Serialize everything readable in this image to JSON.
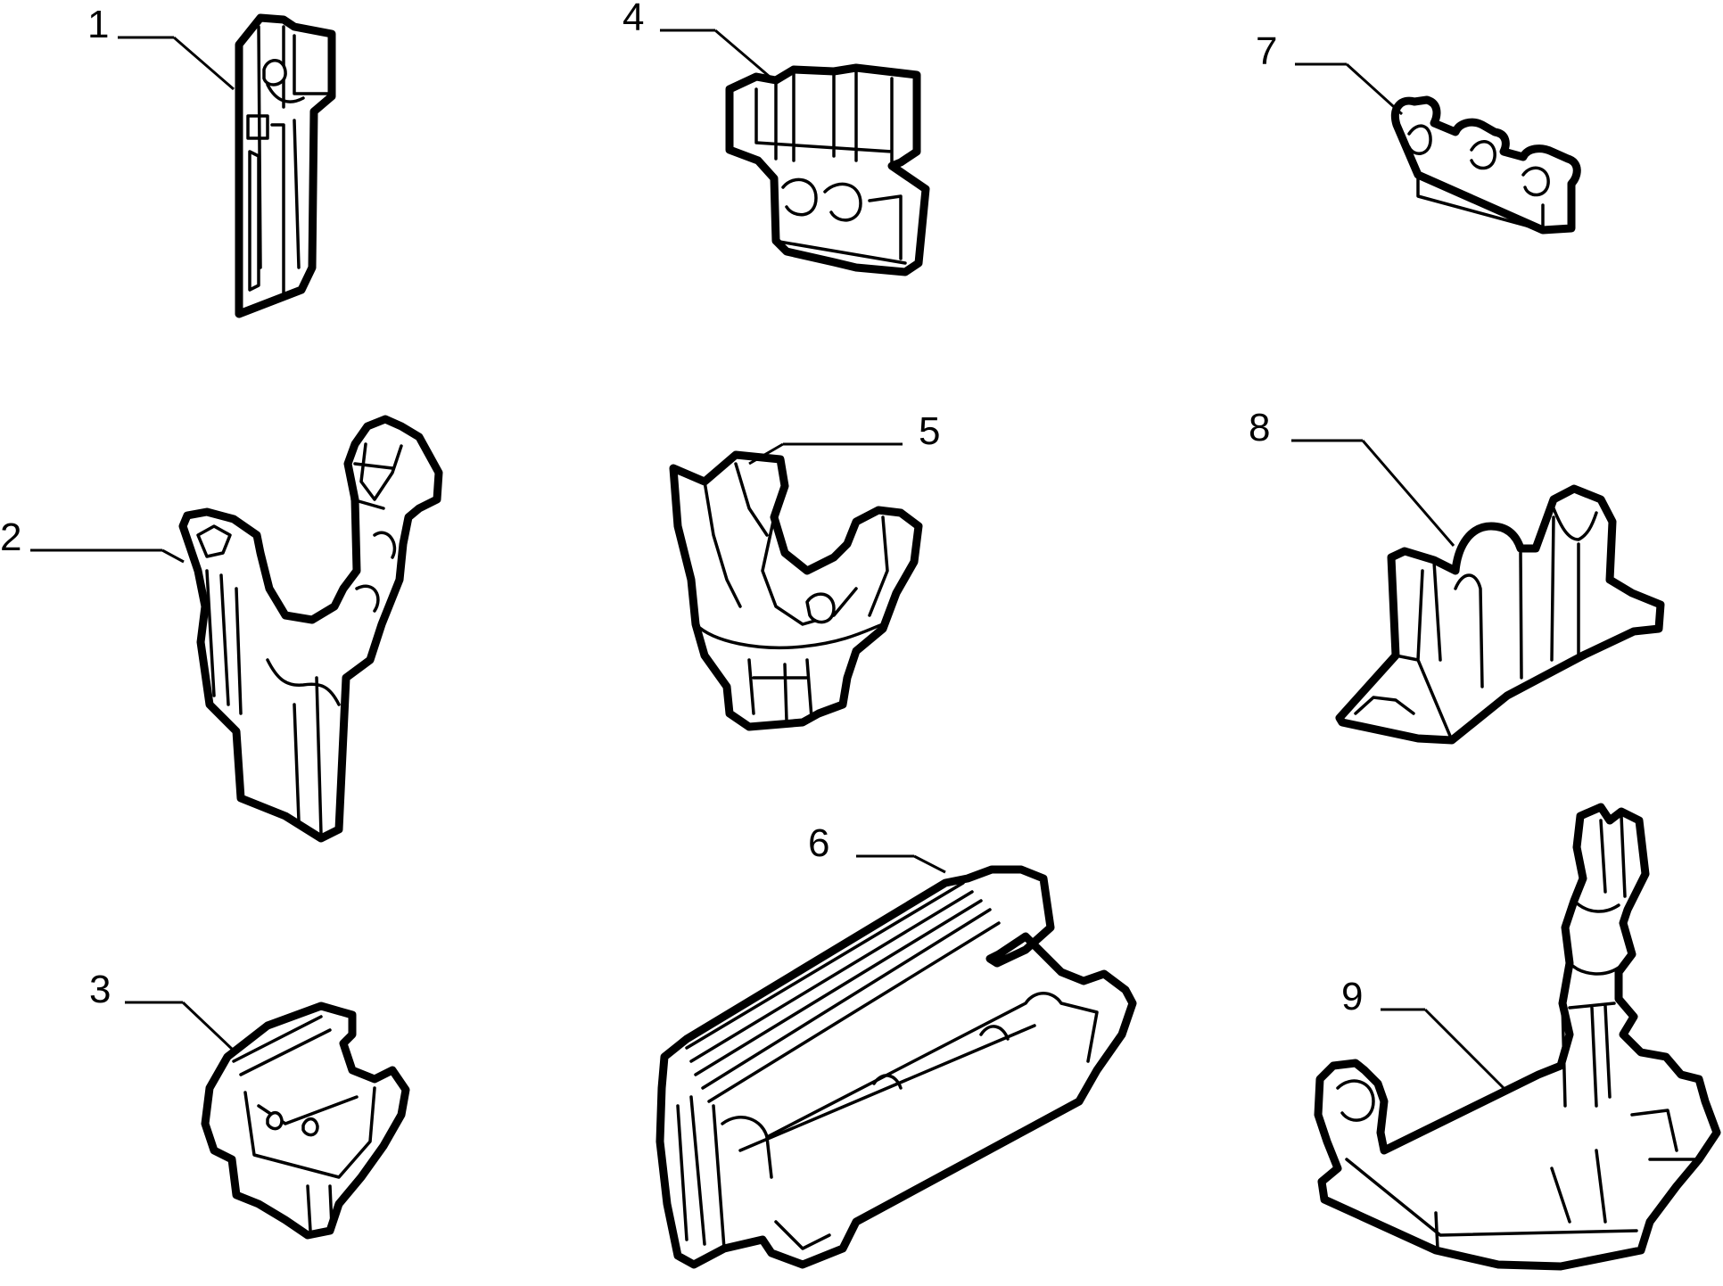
{
  "diagram": {
    "parts": [
      {
        "id": "part-1",
        "label": "1"
      },
      {
        "id": "part-2",
        "label": "2"
      },
      {
        "id": "part-3",
        "label": "3"
      },
      {
        "id": "part-4",
        "label": "4"
      },
      {
        "id": "part-5",
        "label": "5"
      },
      {
        "id": "part-6",
        "label": "6"
      },
      {
        "id": "part-7",
        "label": "7"
      },
      {
        "id": "part-8",
        "label": "8"
      },
      {
        "id": "part-9",
        "label": "9"
      }
    ],
    "colors": {
      "ink": "#000000",
      "paper": "#ffffff"
    }
  }
}
